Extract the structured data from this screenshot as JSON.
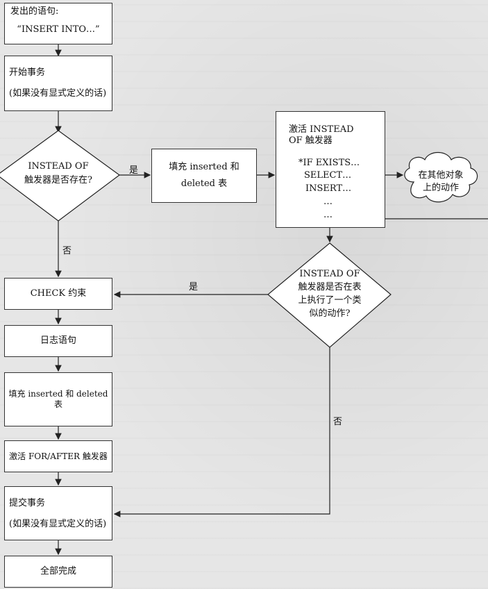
{
  "start_box": {
    "line1": "发出的语句:",
    "line2": "“INSERT INTO…”"
  },
  "begin_tx_box": {
    "line1": "开始事务",
    "line2": "(如果没有显式定义的话)"
  },
  "decision1": {
    "line1": "INSTEAD OF",
    "line2": "触发器是否存在?"
  },
  "yes_label_1": "是",
  "no_label_1": "否",
  "fill_box": {
    "line1": "填充 inserted 和",
    "line2": "deleted 表"
  },
  "activate_instead_box": {
    "line1": "激活 INSTEAD",
    "line2": "OF 触发器",
    "code": [
      "*IF EXISTS…",
      "SELECT…",
      "INSERT…",
      "…",
      "…"
    ]
  },
  "cloud": {
    "line1": "在其他对象",
    "line2": "上的动作"
  },
  "decision2": {
    "line1": "INSTEAD OF",
    "line2": "触发器是否在表",
    "line3": "上执行了一个类",
    "line4": "似的动作?"
  },
  "yes_label_2": "是",
  "no_label_2": "否",
  "check_box": "CHECK 约束",
  "log_box": "日志语句",
  "fill2_box": "填充 inserted 和 deleted 表",
  "for_after_box": "激活 FOR/AFTER 触发器",
  "commit_box": {
    "line1": "提交事务",
    "line2": "(如果没有显式定义的话)"
  },
  "done_box": "全部完成"
}
